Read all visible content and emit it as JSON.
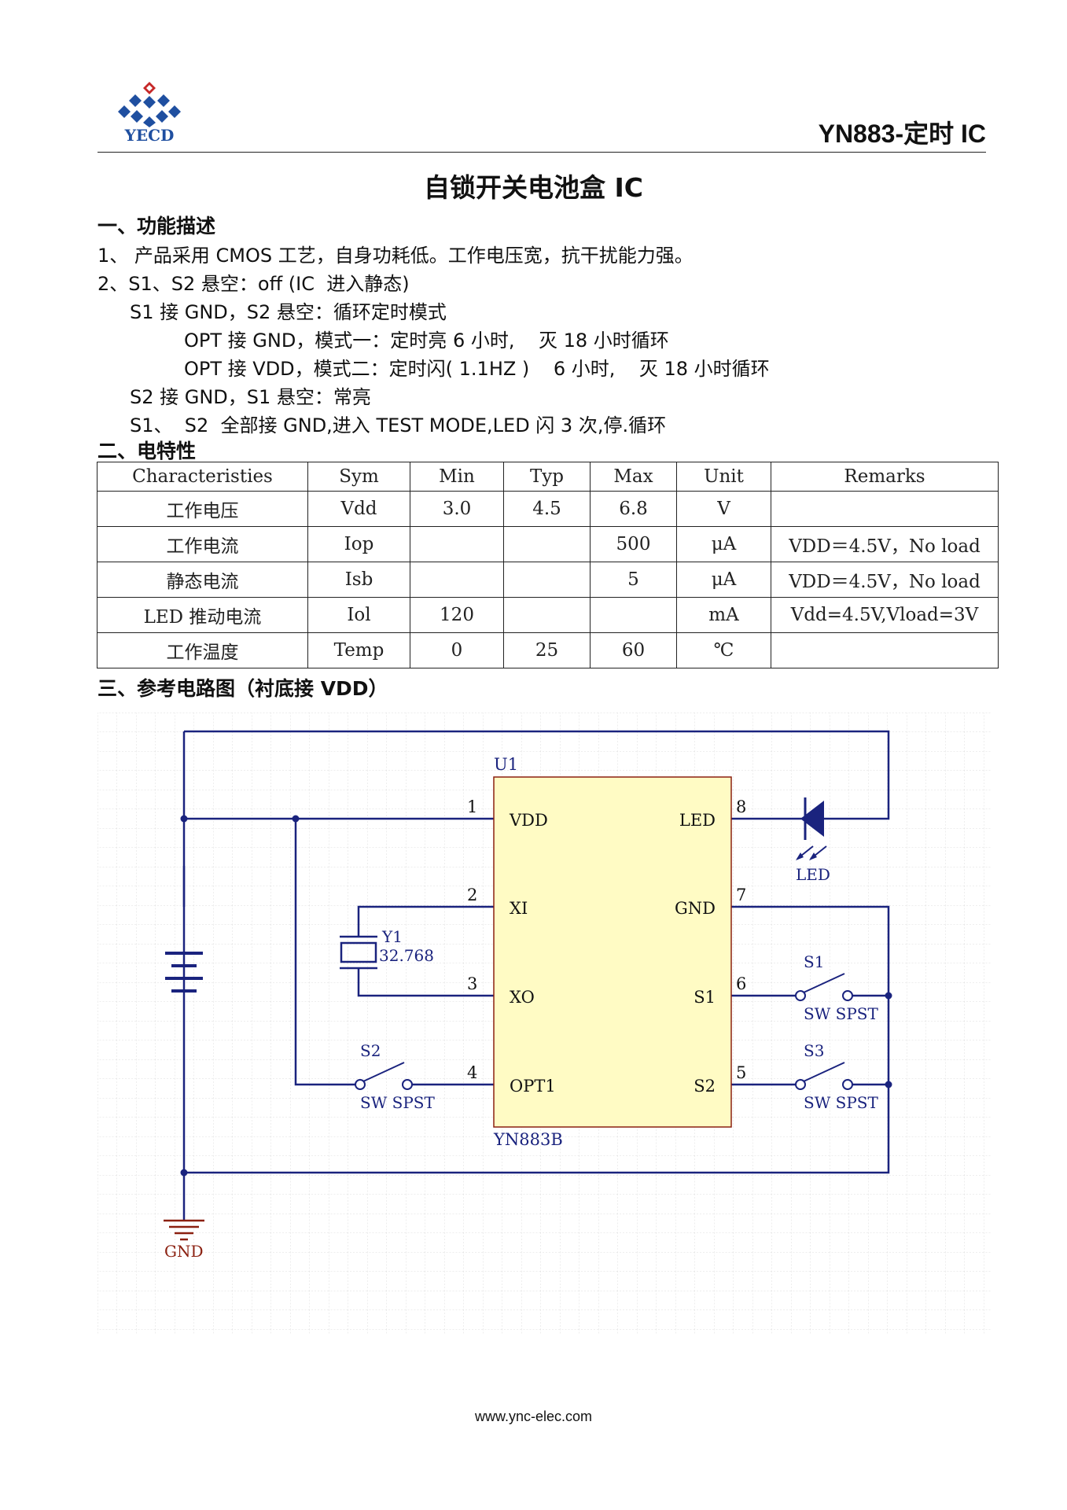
{
  "header": {
    "logo_text": "YECD",
    "doc_code": "YN883-定时 IC"
  },
  "title": "自锁开关电池盒 IC",
  "section1": {
    "heading": "一、功能描述",
    "lines": [
      "1、 产品采用 CMOS 工艺，自身功耗低。工作电压宽，抗干扰能力强。",
      "2、S1、S2 悬空：off (IC  进入静态)",
      "S1 接 GND，S2 悬空：循环定时模式",
      "OPT 接 GND，模式一：定时亮 6 小时,    灭 18 小时循环",
      "OPT 接 VDD，模式二：定时闪( 1.1HZ )    6 小时,    灭 18 小时循环",
      "S2 接 GND，S1 悬空：常亮",
      "S1、  S2  全部接 GND,进入 TEST MODE,LED 闪 3 次,停.循环"
    ]
  },
  "section2": {
    "heading": "二、电特性",
    "columns": [
      "Characteristies",
      "Sym",
      "Min",
      "Typ",
      "Max",
      "Unit",
      "Remarks"
    ],
    "rows": [
      [
        "工作电压",
        "Vdd",
        "3.0",
        "4.5",
        "6.8",
        "V",
        ""
      ],
      [
        "工作电流",
        "Iop",
        "",
        "",
        "500",
        "μA",
        "VDD＝4.5V，No load"
      ],
      [
        "静态电流",
        "Isb",
        "",
        "",
        "5",
        "μA",
        "VDD＝4.5V，No load"
      ],
      [
        "LED 推动电流",
        "Iol",
        "120",
        "",
        "",
        "mA",
        "Vdd=4.5V,Vload=3V"
      ],
      [
        "工作温度",
        "Temp",
        "0",
        "25",
        "60",
        "℃",
        ""
      ]
    ]
  },
  "section3": {
    "heading": "三、参考电路图（衬底接 VDD）"
  },
  "circuit": {
    "ic_ref": "U1",
    "ic_part": "YN883B",
    "pins_left": [
      {
        "num": "1",
        "name": "VDD"
      },
      {
        "num": "2",
        "name": "XI"
      },
      {
        "num": "3",
        "name": "XO"
      },
      {
        "num": "4",
        "name": "OPT1"
      }
    ],
    "pins_right": [
      {
        "num": "8",
        "name": "LED"
      },
      {
        "num": "7",
        "name": "GND"
      },
      {
        "num": "6",
        "name": "S1"
      },
      {
        "num": "5",
        "name": "S2"
      }
    ],
    "led_label": "LED",
    "crystal_ref": "Y1",
    "crystal_value": "32.768",
    "switches": [
      {
        "ref": "S1",
        "type": "SW SPST"
      },
      {
        "ref": "S3",
        "type": "SW SPST"
      },
      {
        "ref": "S2",
        "type": "SW SPST"
      }
    ],
    "ground_label": "GND",
    "colors": {
      "wire": "#1a237e",
      "ic_fill": "#fffbc4",
      "ic_border": "#8b2010",
      "label": "#1a237e",
      "ground": "#8b2010",
      "grid": "#d8d8d8"
    }
  },
  "footer": {
    "url": "www.ync-elec.com"
  }
}
